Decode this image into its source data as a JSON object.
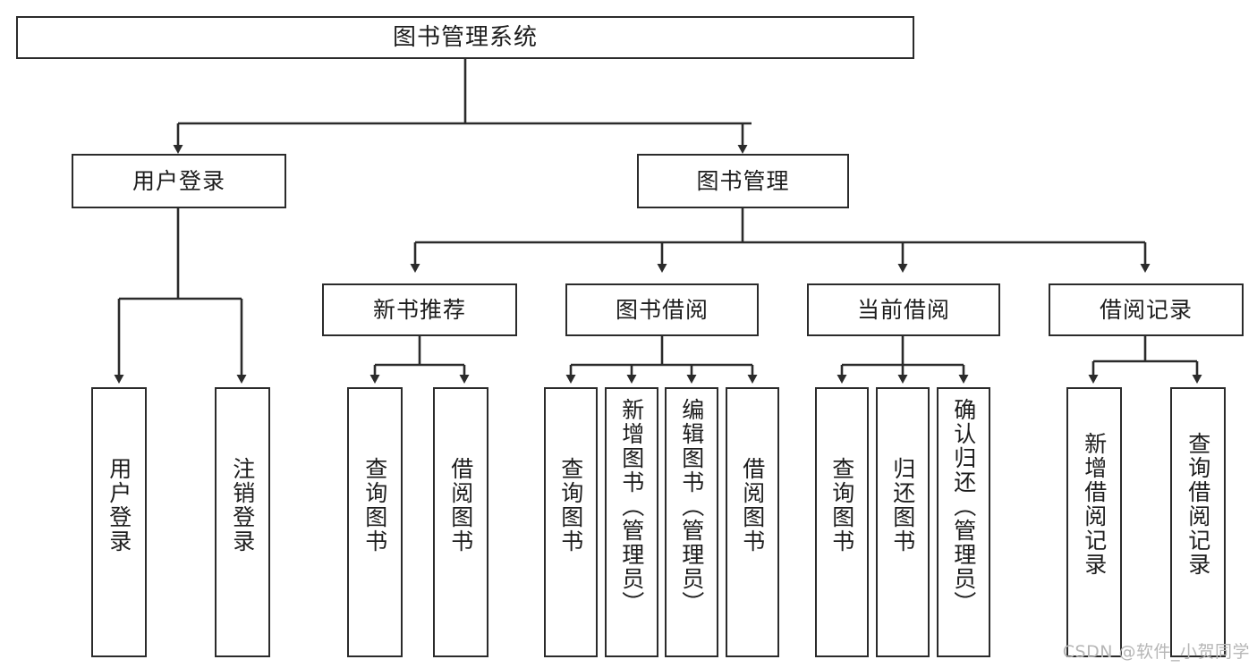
{
  "diagram": {
    "type": "tree-hierarchy",
    "title": "图书管理系统",
    "root": {
      "label": "图书管理系统"
    },
    "level1": [
      {
        "label": "用户登录"
      },
      {
        "label": "图书管理"
      }
    ],
    "level2": [
      {
        "label": "新书推荐"
      },
      {
        "label": "图书借阅"
      },
      {
        "label": "当前借阅"
      },
      {
        "label": "借阅记录"
      }
    ],
    "leaves": {
      "user_login": [
        {
          "label": "用户登录"
        },
        {
          "label": "注销登录"
        }
      ],
      "new_book_recommend": [
        {
          "label": "查询图书"
        },
        {
          "label": "借阅图书"
        }
      ],
      "book_borrow": [
        {
          "label": "查询图书"
        },
        {
          "label": "新增图书（管理员）"
        },
        {
          "label": "编辑图书（管理员）"
        },
        {
          "label": "借阅图书"
        }
      ],
      "current_borrow": [
        {
          "label": "查询图书"
        },
        {
          "label": "归还图书"
        },
        {
          "label": "确认归还（管理员）"
        }
      ],
      "borrow_record": [
        {
          "label": "新增借阅记录"
        },
        {
          "label": "查询借阅记录"
        }
      ]
    }
  },
  "watermark": {
    "text": "CSDN @软件_小贺同学"
  },
  "colors": {
    "border": "#2b2b2b",
    "background": "#ffffff",
    "text": "#1d1d1d",
    "watermark": "#b6b6b6"
  }
}
